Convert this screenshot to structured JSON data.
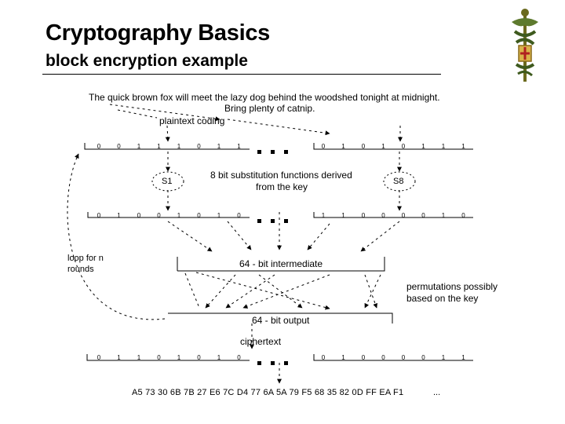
{
  "slide": {
    "title": "Cryptography Basics",
    "subtitle": "block encryption example"
  },
  "diagram": {
    "plaintext_line1": "The quick brown fox will meet the lazy dog behind the woodshed tonight at midnight.",
    "plaintext_line2": "Bring plenty of catnip.",
    "plaintext_coding": "plaintext coding",
    "row1_left": [
      "0",
      "0",
      "1",
      "1",
      "1",
      "0",
      "1",
      "1"
    ],
    "row1_right": [
      "0",
      "1",
      "0",
      "1",
      "0",
      "1",
      "1",
      "1"
    ],
    "sbox_left": "S1",
    "sbox_right": "S8",
    "sbox_label_line1": "8 bit substitution functions derived",
    "sbox_label_line2": "from the key",
    "row2_left": [
      "0",
      "1",
      "0",
      "0",
      "1",
      "0",
      "1",
      "0"
    ],
    "row2_right": [
      "1",
      "1",
      "0",
      "0",
      "0",
      "0",
      "1",
      "0"
    ],
    "loop_label_line1": "loop for n",
    "loop_label_line2": "rounds",
    "intermediate_label": "64 - bit intermediate",
    "permutation_label_line1": "permutations possibly",
    "permutation_label_line2": "based on the key",
    "output_label": "64 - bit output",
    "ciphertext_label": "ciphertext",
    "row3_left": [
      "0",
      "1",
      "1",
      "0",
      "1",
      "0",
      "1",
      "0"
    ],
    "row3_right": [
      "0",
      "1",
      "0",
      "0",
      "0",
      "0",
      "1",
      "1"
    ],
    "hex_output": "A5 73 30 6B 7B 27 E6 7C D4 77 6A 5A 79 F5 68 35 82 0D FF EA F1",
    "hex_ellipsis": "..."
  }
}
